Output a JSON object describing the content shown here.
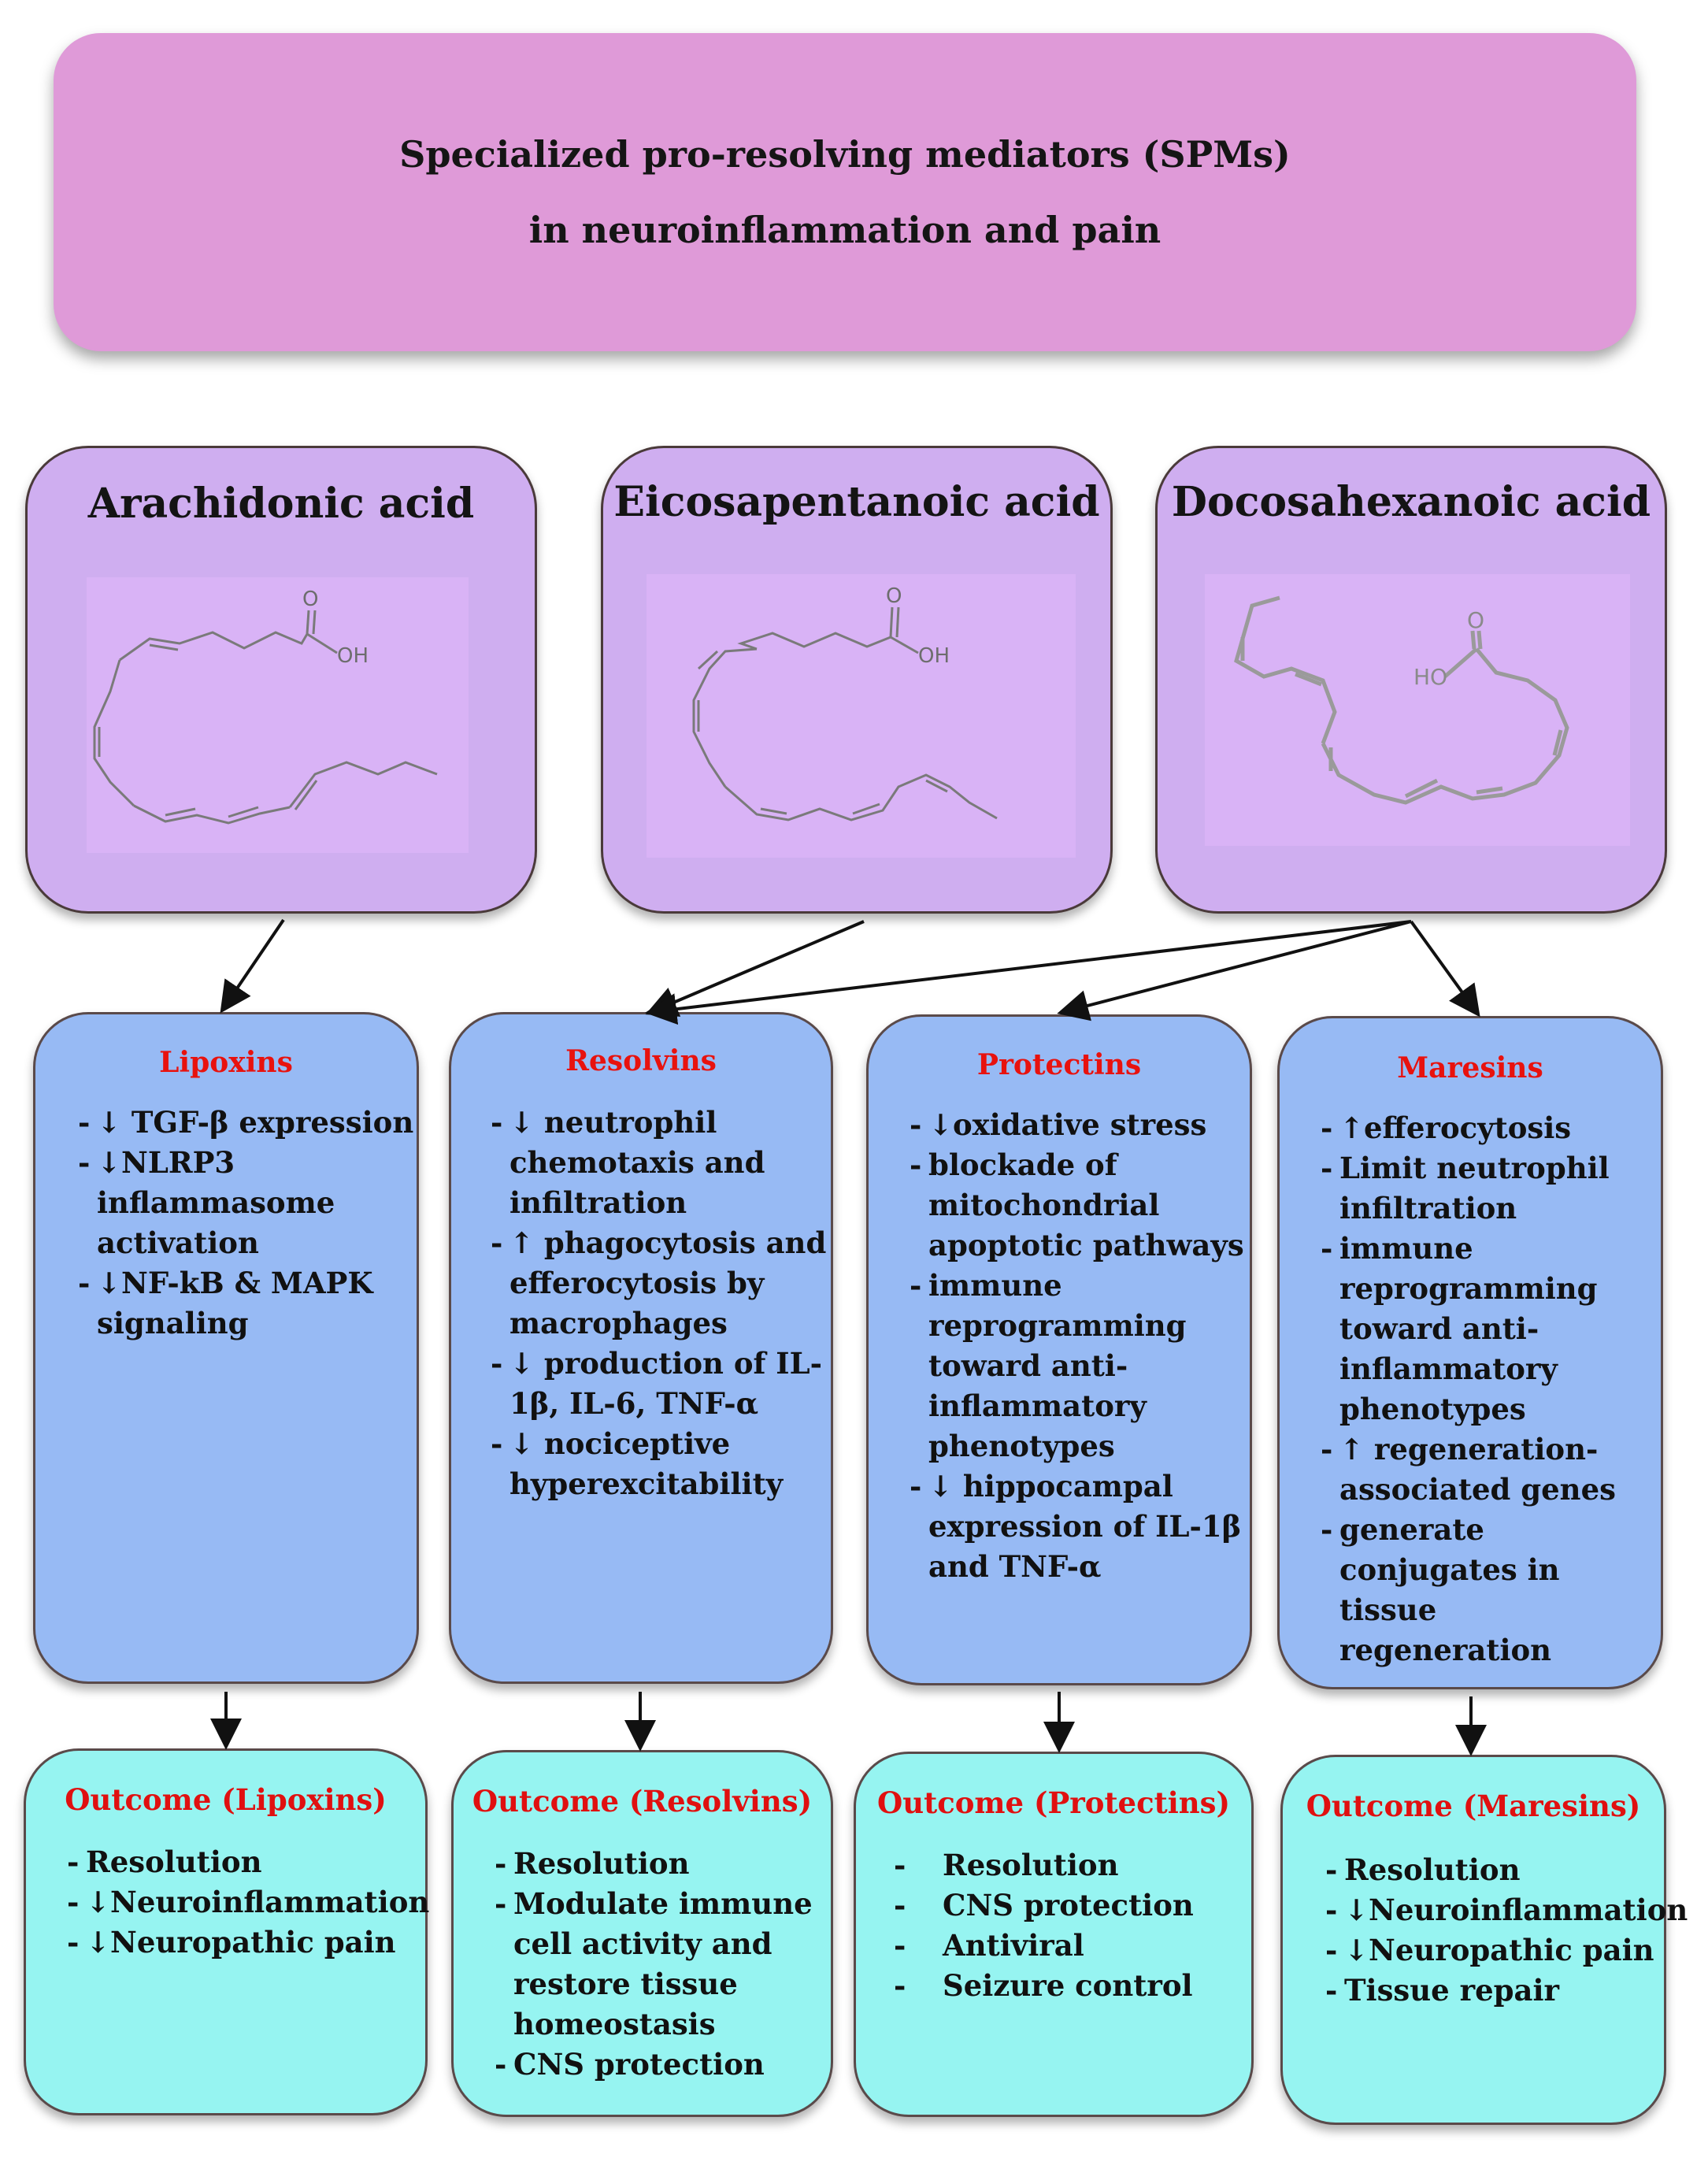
{
  "title": {
    "line1": "Specialized pro-resolving mediators (SPMs)",
    "line2": "in neuroinflammation and pain"
  },
  "acids": [
    {
      "name": "Arachidonic acid",
      "oh_label": "OH",
      "o_label": "O"
    },
    {
      "name": "Eicosapentanoic acid",
      "oh_label": "OH",
      "o_label": "O"
    },
    {
      "name": "Docosahexanoic acid",
      "oh_label": "HO",
      "o_label": "O"
    }
  ],
  "mediators": [
    {
      "title": "Lipoxins",
      "items": [
        [
          "↓ TGF-β expression"
        ],
        [
          "↓NLRP3",
          "inflammasome",
          "activation"
        ],
        [
          "↓NF-kB & MAPK",
          "signaling"
        ]
      ]
    },
    {
      "title": "Resolvins",
      "items": [
        [
          "↓ neutrophil",
          "chemotaxis and",
          "infiltration"
        ],
        [
          "↑ phagocytosis and",
          "efferocytosis by",
          "macrophages"
        ],
        [
          "↓ production of IL-",
          "1β, IL-6, TNF-α"
        ],
        [
          "↓ nociceptive",
          "hyperexcitability"
        ]
      ]
    },
    {
      "title": "Protectins",
      "items": [
        [
          "↓oxidative stress"
        ],
        [
          "blockade of",
          "mitochondrial",
          "apoptotic pathways"
        ],
        [
          "immune",
          "reprogramming",
          "toward anti-",
          "inflammatory",
          "phenotypes"
        ],
        [
          "↓ hippocampal",
          "expression of IL-1β",
          "and TNF-α"
        ]
      ]
    },
    {
      "title": "Maresins",
      "items": [
        [
          "↑efferocytosis"
        ],
        [
          " Limit neutrophil",
          "infiltration"
        ],
        [
          "immune",
          "reprogramming",
          "toward anti-",
          "inflammatory",
          "phenotypes"
        ],
        [
          "↑ regeneration-",
          "associated genes"
        ],
        [
          "generate",
          "conjugates in tissue",
          "regeneration"
        ]
      ]
    }
  ],
  "outcomes": [
    {
      "title": "Outcome (Lipoxins)",
      "items": [
        [
          "Resolution"
        ],
        [
          "↓Neuroinflammation"
        ],
        [
          "↓Neuropathic pain"
        ]
      ]
    },
    {
      "title": "Outcome (Resolvins)",
      "items": [
        [
          "Resolution"
        ],
        [
          "Modulate immune",
          "cell activity and",
          "restore tissue",
          "homeostasis"
        ],
        [
          "CNS protection"
        ]
      ]
    },
    {
      "title": "Outcome (Protectins)",
      "items": [
        [
          "Resolution"
        ],
        [
          "CNS protection"
        ],
        [
          "Antiviral"
        ],
        [
          "Seizure control"
        ]
      ]
    },
    {
      "title": "Outcome (Maresins)",
      "items": [
        [
          "Resolution"
        ],
        [
          "↓Neuroinflammation"
        ],
        [
          "↓Neuropathic pain"
        ],
        [
          "Tissue repair"
        ]
      ]
    }
  ],
  "colors": {
    "title_bg": "#df9ad8",
    "acid_bg": "#cfaef0",
    "mediator_bg": "#97baf4",
    "outcome_bg": "#96f4f1",
    "heading_red": "#e8120e"
  }
}
